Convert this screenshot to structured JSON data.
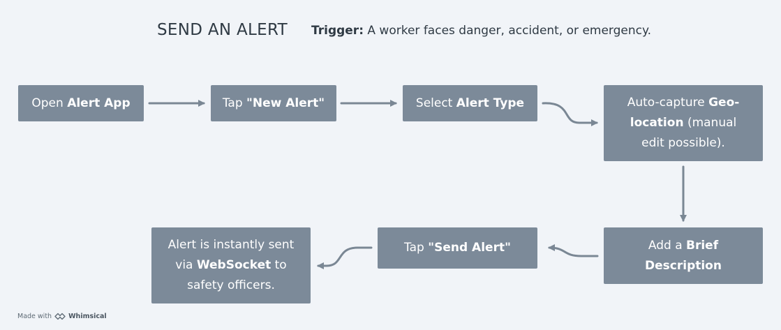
{
  "header": {
    "title": "SEND AN ALERT",
    "trigger_label": "Trigger:",
    "trigger_text": " A worker faces danger, accident, or emergency."
  },
  "nodes": {
    "open_app": {
      "pre": "Open ",
      "bold": "Alert App"
    },
    "tap_new": {
      "pre": "Tap ",
      "bold": "\"New Alert\""
    },
    "select_type": {
      "pre": "Select ",
      "bold": "Alert Type"
    },
    "geo": {
      "pre": "Auto-capture ",
      "bold": "Geo-location",
      "post": " (manual edit possible)."
    },
    "description": {
      "pre": "Add a ",
      "bold": "Brief Description"
    },
    "tap_send": {
      "pre": "Tap ",
      "bold": "\"Send Alert\""
    },
    "sent": {
      "pre": "Alert is instantly sent via ",
      "bold": "WebSocket",
      "post": " to safety officers."
    }
  },
  "colors": {
    "node_fill": "#7c8a99",
    "arrow": "#7a8794",
    "background": "#f1f4f8"
  },
  "footer": {
    "made_with": "Made with",
    "brand": "Whimsical",
    "icon": "whimsical-logo-icon"
  }
}
